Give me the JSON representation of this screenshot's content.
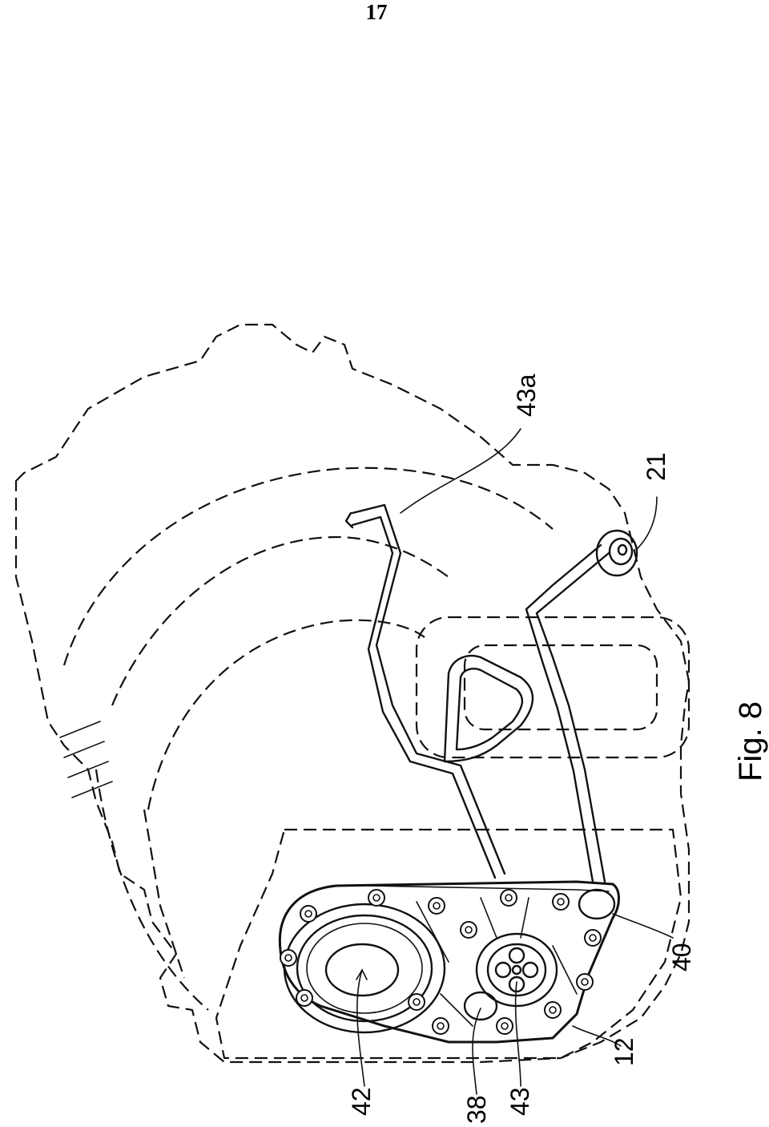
{
  "page": {
    "number": "17"
  },
  "figure": {
    "caption": "Fig. 8"
  },
  "labels": {
    "l42": "42",
    "l38": "38",
    "l43": "43",
    "l12": "12",
    "l40": "40",
    "l21": "21",
    "l43a": "43a"
  }
}
